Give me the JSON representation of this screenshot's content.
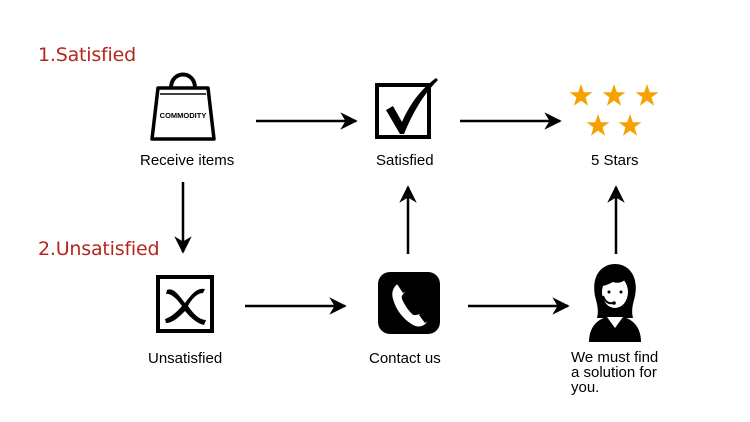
{
  "headings": {
    "satisfied": "1.Satisfied",
    "unsatisfied": "2.Unsatisfied"
  },
  "nodes": {
    "receive": {
      "label": "Receive items",
      "bag_text": "COMMODITY"
    },
    "satisfied": {
      "label": "Satisfied"
    },
    "stars": {
      "label": "5 Stars"
    },
    "unsatisfied": {
      "label": "Unsatisfied"
    },
    "contact": {
      "label": "Contact us"
    },
    "solution": {
      "line1": "We must find",
      "line2": "a solution for",
      "line3": "you."
    }
  },
  "colors": {
    "heading": "#b5271d",
    "star": "#f5a200",
    "ink": "#000000"
  }
}
